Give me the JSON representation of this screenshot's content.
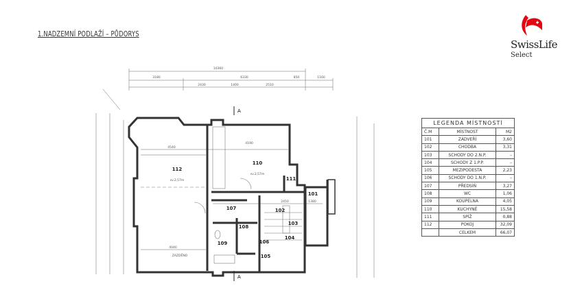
{
  "title": "1.NADZEMNÍ PODLAŽÍ – PŮDORYS",
  "logo": {
    "brand": "SwissLife",
    "sub": "Select",
    "color": "#e30613"
  },
  "plan": {
    "section_marker": "A",
    "walled_note": "ZAZDĚNO",
    "rooms": [
      {
        "id": "112",
        "height": "sv.2,57m"
      },
      {
        "id": "110",
        "height": "sv.2,57m"
      },
      {
        "id": "111"
      },
      {
        "id": "101"
      },
      {
        "id": "102"
      },
      {
        "id": "107"
      },
      {
        "id": "103"
      },
      {
        "id": "108"
      },
      {
        "id": "104"
      },
      {
        "id": "109"
      },
      {
        "id": "106"
      },
      {
        "id": "105"
      }
    ],
    "dimensions": {
      "total": "10360",
      "seg1": "3180",
      "seg2": "6330",
      "seg3": "850",
      "seg4": "1160",
      "d1": "2430",
      "d2": "1400",
      "d3": "2510",
      "d4": "4540",
      "d5": "4190",
      "d6": "4040",
      "d7": "2450",
      "d8": "1380"
    }
  },
  "legend": {
    "title": "LEGENDA MÍSTNOSTÍ",
    "headers": [
      "Č.M",
      "MÍSTNOST",
      "M2"
    ],
    "rows": [
      [
        "101",
        "ZÁDVEŘÍ",
        "3,60"
      ],
      [
        "102",
        "CHODBA",
        "3,31"
      ],
      [
        "103",
        "SCHODY DO 2.N.P.",
        "–"
      ],
      [
        "104",
        "SCHODY Z 1.P.P.",
        "–"
      ],
      [
        "105",
        "MEZIPODESTA",
        "2,23"
      ],
      [
        "106",
        "SCHODY DO 1.N.P.",
        "–"
      ],
      [
        "107",
        "PŘEDSÍŇ",
        "3,27"
      ],
      [
        "108",
        "WC",
        "1,06"
      ],
      [
        "109",
        "KOUPELNA",
        "4,05"
      ],
      [
        "110",
        "KUCHYNĚ",
        "15,58"
      ],
      [
        "111",
        "SPÍŽ",
        "0,88"
      ],
      [
        "112",
        "POKOJ",
        "32,09"
      ]
    ],
    "total": [
      "",
      "CELKEM",
      "66,07"
    ]
  }
}
